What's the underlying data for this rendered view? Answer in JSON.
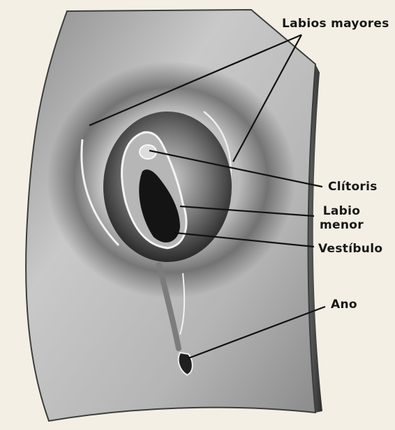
{
  "labels": {
    "labios_mayores": "Labios mayores",
    "clitoris": "Clítoris",
    "labio_menor_line1": "Labio",
    "labio_menor_line2": "menor",
    "vestibulo": "Vestíbulo",
    "ano": "Ano"
  },
  "colors": {
    "background": "#f3efe4",
    "model_light": "#cfcfcf",
    "model_dark": "#1e1e1e",
    "leader_line": "#111111"
  }
}
